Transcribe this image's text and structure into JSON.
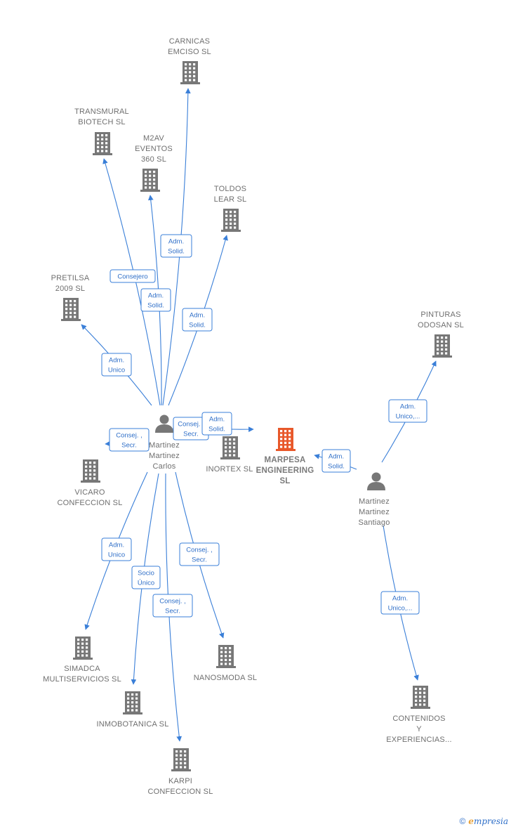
{
  "colors": {
    "edge": "#3a7fd8",
    "building": "#777777",
    "building_center": "#e8582a",
    "person": "#777777"
  },
  "companies": [
    {
      "id": "carnicas",
      "lines": [
        "CARNICAS",
        "EMCISO SL"
      ]
    },
    {
      "id": "transmural",
      "lines": [
        "TRANSMURAL",
        "BIOTECH  SL"
      ]
    },
    {
      "id": "m2av",
      "lines": [
        "M2AV",
        "EVENTOS",
        "360  SL"
      ]
    },
    {
      "id": "toldos",
      "lines": [
        "TOLDOS",
        "LEAR  SL"
      ]
    },
    {
      "id": "pretilsa",
      "lines": [
        "PRETILSA",
        "2009 SL"
      ]
    },
    {
      "id": "pinturas",
      "lines": [
        "PINTURAS",
        "ODOSAN SL"
      ]
    },
    {
      "id": "inortex",
      "lines": [
        "INORTEX SL"
      ]
    },
    {
      "id": "marpesa",
      "lines": [
        "MARPESA",
        "ENGINEERING",
        "SL"
      ],
      "center": true
    },
    {
      "id": "vicaro",
      "lines": [
        "VICARO",
        "CONFECCION SL"
      ]
    },
    {
      "id": "simadca",
      "lines": [
        "SIMADCA",
        "MULTISERVICIOS SL"
      ]
    },
    {
      "id": "nanosmoda",
      "lines": [
        "NANOSMODA SL"
      ]
    },
    {
      "id": "inmobotanica",
      "lines": [
        "INMOBOTANICA SL"
      ]
    },
    {
      "id": "karpi",
      "lines": [
        "KARPI",
        "CONFECCION SL"
      ]
    },
    {
      "id": "contenidos",
      "lines": [
        "CONTENIDOS",
        "Y",
        "EXPERIENCIAS..."
      ]
    }
  ],
  "persons": [
    {
      "id": "carlos",
      "lines": [
        "Martinez",
        "Martinez",
        "Carlos"
      ]
    },
    {
      "id": "santiago",
      "lines": [
        "Martinez",
        "Martinez",
        "Santiago"
      ]
    }
  ],
  "edges": [
    {
      "from": "carlos",
      "to": "carnicas",
      "label": [
        "Adm.",
        "Solid."
      ]
    },
    {
      "from": "carlos",
      "to": "transmural",
      "label": [
        "Consejero"
      ]
    },
    {
      "from": "carlos",
      "to": "m2av",
      "label": [
        "Adm.",
        "Solid."
      ]
    },
    {
      "from": "carlos",
      "to": "toldos",
      "label": [
        "Adm.",
        "Solid."
      ]
    },
    {
      "from": "carlos",
      "to": "pretilsa",
      "label": [
        "Adm.",
        "Unico"
      ]
    },
    {
      "from": "carlos",
      "to": "inortex",
      "label": [
        "Consej. ,",
        "Secr."
      ]
    },
    {
      "from": "carlos",
      "to": "marpesa",
      "label": [
        "Adm.",
        "Solid."
      ]
    },
    {
      "from": "carlos",
      "to": "vicaro",
      "label": [
        "Consej. ,",
        "Secr."
      ]
    },
    {
      "from": "carlos",
      "to": "simadca",
      "label": [
        "Adm.",
        "Unico"
      ]
    },
    {
      "from": "carlos",
      "to": "inmobotanica",
      "label": [
        "Socio",
        "Único"
      ]
    },
    {
      "from": "carlos",
      "to": "karpi",
      "label": [
        "Consej. ,",
        "Secr."
      ]
    },
    {
      "from": "carlos",
      "to": "nanosmoda",
      "label": [
        "Consej. ,",
        "Secr."
      ]
    },
    {
      "from": "santiago",
      "to": "marpesa",
      "label": [
        "Adm.",
        "Solid."
      ]
    },
    {
      "from": "santiago",
      "to": "pinturas",
      "label": [
        "Adm.",
        "Unico,..."
      ]
    },
    {
      "from": "santiago",
      "to": "contenidos",
      "label": [
        "Adm.",
        "Unico,..."
      ]
    }
  ],
  "footer": {
    "copyright": "©",
    "brand_e": "e",
    "brand_rest": "mpresia"
  }
}
